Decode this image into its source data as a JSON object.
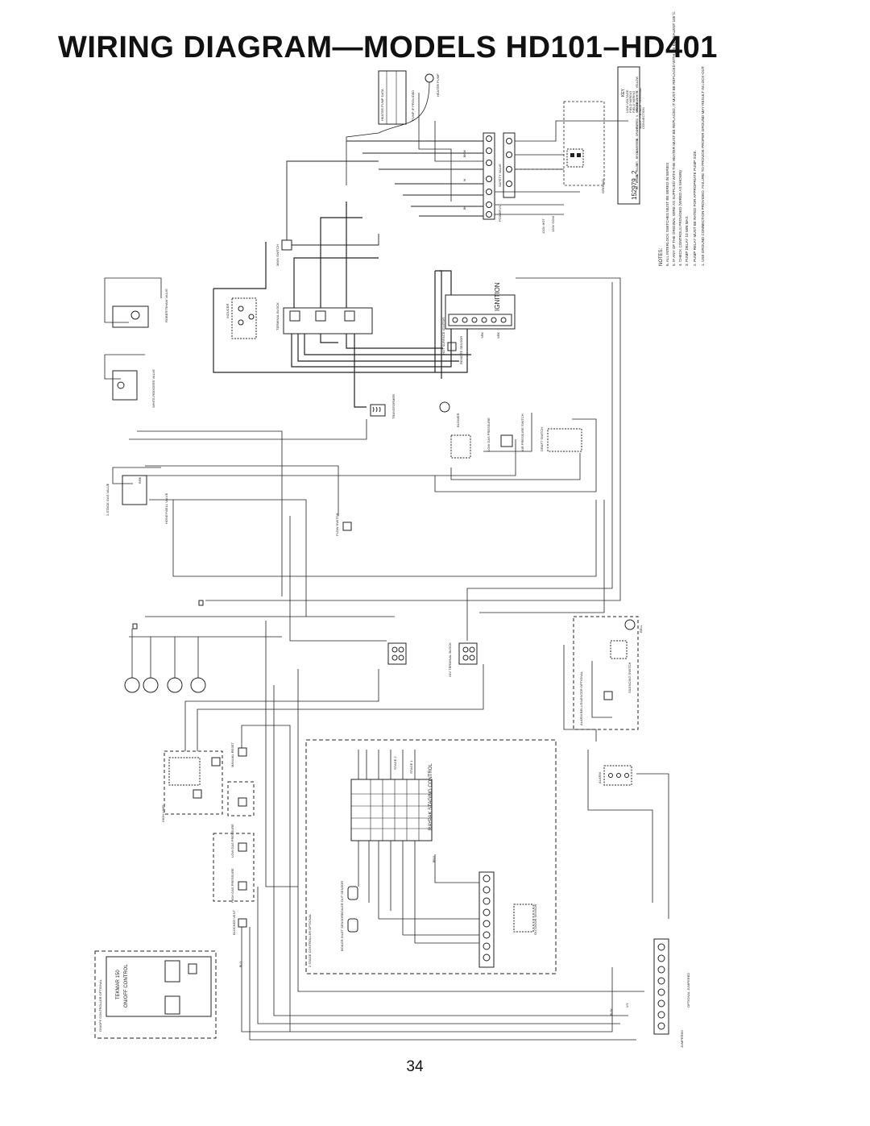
{
  "page": {
    "title": "WIRING DIAGRAM—MODELS HD101–HD401",
    "page_number": "34"
  },
  "diagram": {
    "key": {
      "heading": "KEY",
      "items": [
        "LOW VOLTAGE",
        "FIELD WIRING",
        "FIELD WIRING",
        "GROUND",
        "MALE / FEMALE TERMINAL",
        "CONNECTION"
      ],
      "colors": [
        "BK - BLACK",
        "BL - BLUE",
        "BR - BROWN",
        "G - GREEN",
        "O - ORANGE",
        "R - RED",
        "V - VIOLET",
        "W - WHITE",
        "Y - YELLOW"
      ],
      "part_number": "152979",
      "revision": "2"
    },
    "notes": {
      "heading": "NOTES:",
      "items": [
        "1. USE GROUND CONNECTION PROVIDED. FAILURE TO PROVIDE PROPER GROUND MAY RESULT IN LOCK-OUT.",
        "2. PUMP RELAY MUST BE RATED FOR APPROPRIATE PUMP SIZE.",
        "3. PUMP DELAY 10 MIN MAX.",
        "4. CHECK CONTROLS PROVIDED (WIRED AS SHOWN)",
        "5. IF ANY OF THE ORIGINAL WIRE AS SUPPLIED WITH THE HEATER MUST BE REPLACED, IT MUST BE REPLACED WITH ITS EQUIVALENT 105°C.",
        "6. ALL INTERLOCK SWITCHES MUST BE WIRED IN SERIES"
      ]
    },
    "components": [
      "HEATER PUMP DATA",
      "PUMP IF PROVIDED",
      "HEATER PUMP",
      "SAFETY VALVE",
      "POWER IN",
      "MAIN SWITCH",
      "120V HOT",
      "120V COM",
      "GROUND",
      "INDUCER",
      "IGNITION",
      "HOT SURFACE IGNITOR",
      "REMOTE SENSOR",
      "TERMINAL BLOCK",
      "TRANSFORMER",
      "BLOWER",
      "LOW GAS PRESSURE",
      "AIR PRESSURE SWITCH",
      "DRAFT SWITCH",
      "2-STAGE GAS VALUE",
      "HONEYWELL VALVE",
      "WHITE-RODGERS VALVE",
      "ROBERTSHAW VALVE",
      "FLOW SWITCH",
      "24V TERMINAL BLOCK",
      "ALARM BELL/SILENCER OPTIONAL",
      "BELL",
      "SILENCING SWITCH",
      "ALARM",
      "MANUAL RESET",
      "HIGH LIMIT",
      "RAYPAK STAGING CONTROL",
      "STAGE 1",
      "STAGE 2",
      "2 STAGE CONTROLLER OPTIONAL",
      "BOILER INLET SENSOR",
      "BOILER OUT SENSOR",
      "OUTDOOR SENSOR",
      "HIGH GAS PRESSURE",
      "LOW GAS PRESSURE",
      "BLOCKED VENT",
      "ON/OFF CONTROLLER OPTIONAL",
      "TEKMAR 150",
      "ON/OFF CONTROL",
      "JUMPERED",
      "OPTIONAL JUMPERED"
    ],
    "wire_colors": [
      "BK",
      "W",
      "G",
      "Y",
      "R",
      "BL",
      "BR",
      "O",
      "V",
      "BK/W",
      "Y/BK",
      "V/BK",
      "BL/Y",
      "BL/W",
      "R/BK",
      "V/Y",
      "Y/R",
      "BR/Y",
      "BR/W",
      "G/Y"
    ]
  }
}
